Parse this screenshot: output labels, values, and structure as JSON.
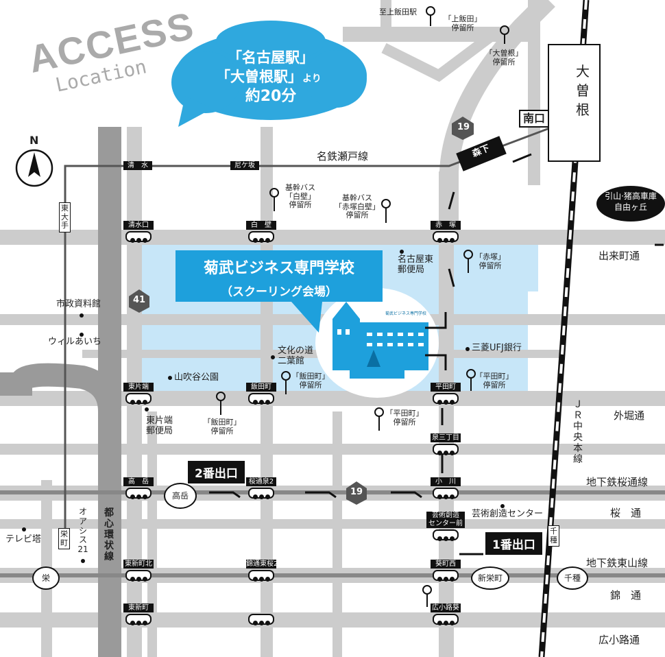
{
  "header": {
    "title": "ACCESS",
    "subtitle": "Location"
  },
  "callout": {
    "line1": "「名古屋駅」",
    "line2": "「大曽根駅」",
    "line2_suffix": "より",
    "line3": "約20分"
  },
  "compass": {
    "label": "N"
  },
  "school": {
    "name": "菊武ビジネス専門学校",
    "sub": "（スクーリング会場）",
    "sign": "菊武ビジネス専門学校"
  },
  "roads": {
    "meitetsu_seto": "名鉄瀬戸線",
    "dekimachi": "出来町通",
    "sotobori": "外堀通",
    "sakura": "桜　通",
    "nishiki": "錦　通",
    "hirokoji": "広小路通",
    "toshin": "都心環状線",
    "subway_sakuradori": "地下鉄桜通線",
    "subway_higashiyama": "地下鉄東山線",
    "jr_chuo": "ＪＲ中央本線",
    "route19": "19",
    "route41": "41",
    "morishita": "森下",
    "higashiote": "東大手",
    "sakaemachi": "栄町",
    "chikusa_box": "千種"
  },
  "stations": {
    "shimizu_top": "清　水",
    "amagasaka": "尼ケ坂",
    "shimizuguchi": "清水口",
    "shirakabe": "白　壁",
    "akatsuka": "赤　塚",
    "higashikataha": "東片端",
    "iidamachi": "飯田町",
    "heidenmachi": "平田町",
    "izumi3": "泉三丁目",
    "takaoka": "高　岳",
    "sakuradori_izumi2": "桜通泉2",
    "ogawa": "小　川",
    "geijutsu_mae": "芸術創造\nセンター前",
    "higashi_shinmachi_kita": "東新町北",
    "nishiki_higashi_sakura2": "錦通東桜2",
    "aoimachi_nishi": "葵町西",
    "hirokoji_aoi": "広小路葵",
    "higashi_shinmachi": "東新町"
  },
  "circles": {
    "ozone": "大曽根",
    "takaoka": "高岳",
    "sakae": "栄",
    "shinsakaemachi": "新栄町",
    "chikusa": "千種"
  },
  "exits": {
    "exit2": "2番出口",
    "exit1": "1番出口",
    "minamiguchi": "南口"
  },
  "badge": {
    "line1": "引山·猪高車庫",
    "line2": "自由ヶ丘"
  },
  "labels": {
    "to_kamiiida": "至上飯田駅",
    "kamiiida_stop": "「上飯田」\n停留所",
    "ozone_stop": "「大曽根」\n停留所",
    "kikan_shirakabe": "基幹バス\n「白壁」\n停留所",
    "kikan_akatsuka": "基幹バス\n「赤塚白壁」\n停留所",
    "nagoya_east_po": "名古屋東\n郵便局",
    "akatsuka_stop": "「赤塚」\n停留所",
    "shiryokan": "市政資料館",
    "wilaichi": "ウィルあいち",
    "bunka": "文化の道\n二葉館",
    "mufg": "三菱UFJ銀行",
    "yamabuki": "山吹谷公園",
    "iida_stop1": "「飯田町」\n停留所",
    "iida_stop2": "「飯田町」\n停留所",
    "heiden_stop1": "「平田町」\n停留所",
    "heiden_stop2": "「平田町」\n停留所",
    "higashikataha_po": "東片端\n郵便局",
    "geijutsu_center": "芸術創造センター",
    "tv_tower": "テレビ塔",
    "oasis21": "オアシス21"
  },
  "colors": {
    "highlight_area": "#c7e6f8",
    "callout_blue": "#2fa8de",
    "school_blue": "#1ea0dc",
    "road_grey": "#cccccc",
    "dark_road": "#9a9a9a"
  }
}
